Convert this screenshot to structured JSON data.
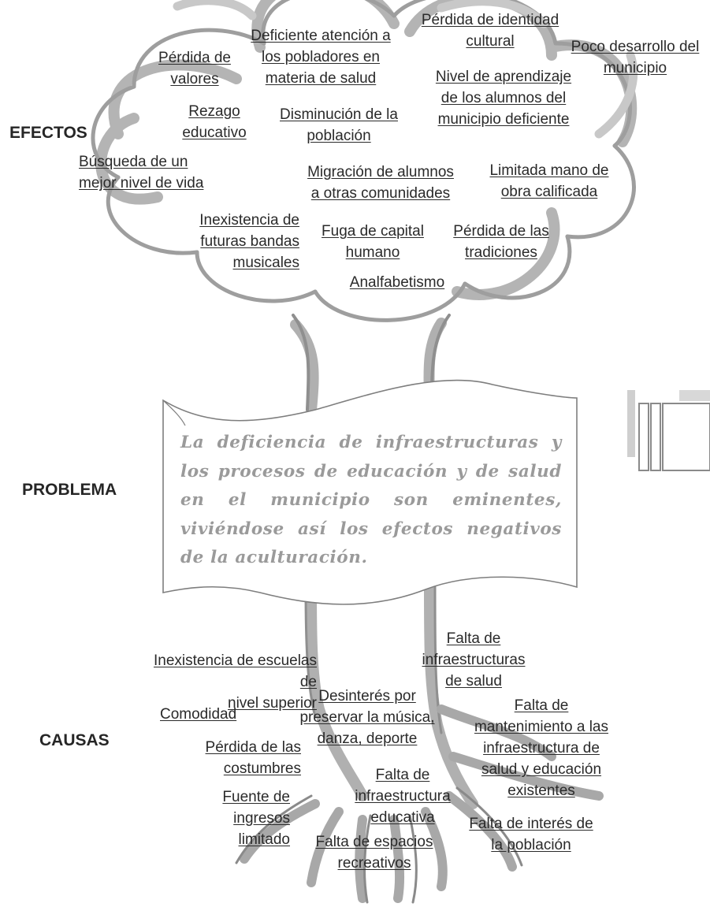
{
  "sections": {
    "efectos": "EFECTOS",
    "problema": "PROBLEMA",
    "causas": "CAUSAS"
  },
  "problem": "La deficiencia de infraestructuras y los procesos de educación y de salud en el municipio son eminentes, viviéndose así los efectos negativos de la aculturación.",
  "effects": {
    "perdida_identidad": "Pérdida de  identidad\ncultural",
    "deficiente_atencion": "Deficiente atención a\nlos pobladores en\nmateria de salud",
    "poco_desarrollo": "Poco desarrollo del\nmunicipio",
    "perdida_valores": "Pérdida de\nvalores",
    "nivel_aprendizaje": "Nivel de aprendizaje\nde los alumnos del\nmunicipio deficiente",
    "rezago": "Rezago\neducativo",
    "disminucion": "Disminución de la\npoblación",
    "busqueda": "Búsqueda de un\nmejor nivel de vida",
    "migracion": "Migración de alumnos\na otras comunidades",
    "limitada": "Limitada mano de\nobra calificada",
    "inexistencia_bandas": "Inexistencia de\nfuturas bandas\nmusicales",
    "fuga": "Fuga de capital\nhumano",
    "perdida_tradiciones": "Pérdida de las\ntradiciones",
    "analfabetismo": "Analfabetismo"
  },
  "causes": {
    "falta_infra_salud": "Falta de\ninfraestructuras\nde salud",
    "inexistencia_escuelas": "Inexistencia de escuelas de\nnivel superior",
    "desinteres": "Desinterés por\npreservar la música,\ndanza, deporte",
    "falta_mantenimiento": "Falta de\nmantenimiento a las\ninfraestructura de\nsalud y educación\nexistentes",
    "comodidad": "Comodidad",
    "perdida_costumbres": "Pérdida de las\ncostumbres",
    "fuente_ingresos": "Fuente de ingresos\nlimitado",
    "falta_infra_educativa": "Falta de\ninfraestructura\neducativa",
    "falta_interes": "Falta de interés de\nla población",
    "falta_espacios": "Falta de espacios\nrecreativos"
  }
}
